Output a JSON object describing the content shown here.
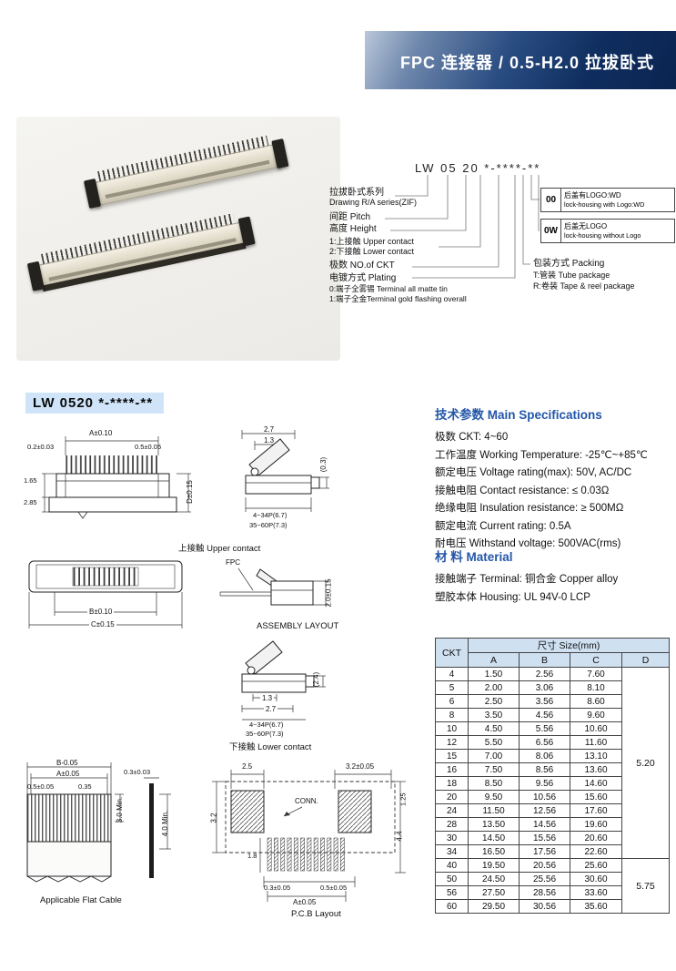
{
  "header": {
    "title": "FPC 连接器 / 0.5-H2.0 拉拔卧式"
  },
  "part_number": {
    "code": "LW 05 20 *-****-**",
    "series_zh": "拉拔卧式系列",
    "series_en": "Drawing R/A series(ZIF)",
    "pitch": "间距 Pitch",
    "height": "高度 Height",
    "contact_upper": "1:上接触 Upper contact",
    "contact_lower": "2:下接触 Lower contact",
    "ckt": "极数 NO.of CKT",
    "plating": "电镀方式 Plating",
    "plating_0": "0:端子全雾锡 Terminal all matte tin",
    "plating_1": "1:端子全金Terminal gold flashing overall",
    "logo_boxes": [
      {
        "code": "00",
        "zh": "后盖有LOGO:WD",
        "en": "lock-housing with Logo:WD"
      },
      {
        "code": "0W",
        "zh": "后盖无LOGO",
        "en": "lock-housing without Logo"
      }
    ],
    "packing_title": "包装方式 Packing",
    "packing_t": "T:管装 Tube package",
    "packing_r": "R:卷装 Tape & reel package"
  },
  "section_label": "LW 0520 *-****-**",
  "specs": {
    "title": "技术参数 Main Specifications",
    "items": [
      "极数 CKT: 4~60",
      "工作温度 Working Temperature: -25℃~+85℃",
      "额定电压 Voltage rating(max): 50V, AC/DC",
      "接触电阻 Contact resistance: ≤ 0.03Ω",
      "绝缘电阻 Insulation resistance: ≥ 500MΩ",
      "额定电流 Current rating: 0.5A",
      "耐电压 Withstand voltage: 500VAC(rms)"
    ]
  },
  "material": {
    "title": "材  料 Material",
    "items": [
      "接触端子 Terminal: 铜合金 Copper alloy",
      "塑胶本体 Housing: UL 94V-0 LCP"
    ]
  },
  "size_table": {
    "col_ckt": "CKT",
    "col_size": "尺寸 Size(mm)",
    "cols": [
      "A",
      "B",
      "C",
      "D"
    ],
    "rows": [
      [
        "4",
        "1.50",
        "2.56",
        "7.60"
      ],
      [
        "5",
        "2.00",
        "3.06",
        "8.10"
      ],
      [
        "6",
        "2.50",
        "3.56",
        "8.60"
      ],
      [
        "8",
        "3.50",
        "4.56",
        "9.60"
      ],
      [
        "10",
        "4.50",
        "5.56",
        "10.60"
      ],
      [
        "12",
        "5.50",
        "6.56",
        "11.60"
      ],
      [
        "15",
        "7.00",
        "8.06",
        "13.10"
      ],
      [
        "16",
        "7.50",
        "8.56",
        "13.60"
      ],
      [
        "18",
        "8.50",
        "9.56",
        "14.60"
      ],
      [
        "20",
        "9.50",
        "10.56",
        "15.60"
      ],
      [
        "24",
        "11.50",
        "12.56",
        "17.60"
      ],
      [
        "28",
        "13.50",
        "14.56",
        "19.60"
      ],
      [
        "30",
        "14.50",
        "15.56",
        "20.60"
      ],
      [
        "34",
        "16.50",
        "17.56",
        "22.60"
      ],
      [
        "40",
        "19.50",
        "20.56",
        "25.60"
      ],
      [
        "50",
        "24.50",
        "25.56",
        "30.60"
      ],
      [
        "56",
        "27.50",
        "28.56",
        "33.60"
      ],
      [
        "60",
        "29.50",
        "30.56",
        "35.60"
      ]
    ],
    "d_groups": [
      {
        "start": 0,
        "span": 14,
        "value": "5.20"
      },
      {
        "start": 14,
        "span": 4,
        "value": "5.75"
      }
    ]
  },
  "drawings": {
    "upper_front": {
      "dims": [
        "A±0.10",
        "0.2±0.03",
        "0.5±0.05",
        "1.65",
        "2.85",
        "D±0.15"
      ]
    },
    "upper_side": {
      "dims": [
        "2.7",
        "1.3",
        "(0.3)",
        "4~34P(6.7)",
        "35~60P(7.3)"
      ],
      "caption": "上接触 Upper contact"
    },
    "assembly_front": {
      "dims": [
        "B±0.10",
        "C±0.15"
      ]
    },
    "assembly_side": {
      "dims": [
        "FPC",
        "2.0±0.15"
      ],
      "caption": "ASSEMBLY LAYOUT"
    },
    "lower_side": {
      "dims": [
        "(2.4)",
        "1.3",
        "2.7",
        "4~34P(6.7)",
        "35~60P(7.3)"
      ],
      "caption": "下接触 Lower contact"
    },
    "cable": {
      "dims": [
        "B-0.05",
        "A±0.05",
        "0.5±0.05",
        "0.35",
        "3.0 Min.",
        "0.3±0.03",
        "4.0 Min."
      ],
      "caption": "Applicable Flat Cable"
    },
    "pcb": {
      "dims": [
        "2.5",
        "3.2±0.05",
        "CONN.",
        "1.25",
        "3.2",
        "4.4",
        "1.8",
        "0.3±0.05",
        "0.5±0.05",
        "A±0.05"
      ],
      "caption": "P.C.B Layout"
    }
  }
}
